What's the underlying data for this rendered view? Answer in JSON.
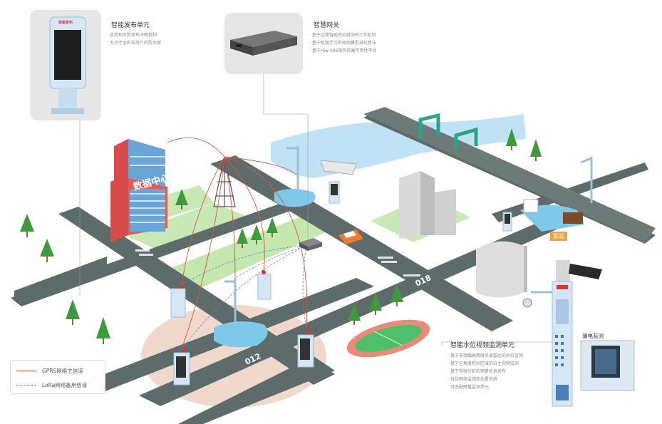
{
  "cards": {
    "release_unit": {
      "title": "智能发布单元",
      "bullets": [
        "接受相关的发布决策机制",
        "大尺寸全彩车用户的防水屏"
      ]
    },
    "gateway": {
      "title": "智慧网关",
      "bullets": [
        "基于边缘智能的运维协同工作机制",
        "基于机器学习的预测模型进化算法",
        "基于Hiw-X86架构的高可用性平台"
      ]
    },
    "water_unit": {
      "title": "智能水位视频监测单元",
      "bullets": [
        "基于非接触高精度导波雷达的水位监测",
        "基于全角度积水区域的自主视频监测",
        "基于视频分析的预警信息发布",
        "自包雨电监测及处置系统",
        "可选配雨量监测单元"
      ]
    }
  },
  "labels": {
    "data_center": "数据中心",
    "pump_station": "泵站",
    "leak_monitor": "漏电监测",
    "road_018": "018",
    "road_012": "012",
    "release_brand": "智能发布"
  },
  "legend": {
    "gprs": "GPRS网络主信道",
    "lora": "LoRa网络备用信道"
  },
  "colors": {
    "road": "#5d6b6a",
    "grass": "#9fd58a",
    "water": "#7ec8ea",
    "gprs": "#e0553a",
    "lora": "#6a7fd0",
    "tree": "#3f9a3e",
    "building": "#6aa5d8",
    "bridge": "#2fa388",
    "label_orange": "#e9a33a"
  }
}
